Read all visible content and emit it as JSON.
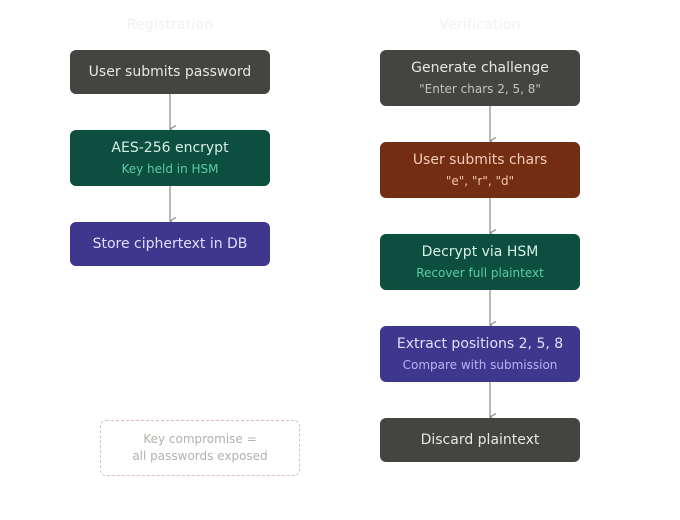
{
  "columns": {
    "registration": "Registration",
    "verification": "Verification"
  },
  "registration": {
    "step1": {
      "main": "User submits password"
    },
    "step2": {
      "main": "AES-256 encrypt",
      "sub": "Key held in HSM"
    },
    "step3": {
      "main": "Store ciphertext in DB"
    }
  },
  "verification": {
    "step1": {
      "main": "Generate challenge",
      "sub": "\"Enter chars 2, 5, 8\""
    },
    "step2": {
      "main": "User submits chars",
      "sub": "\"e\", \"r\", \"d\""
    },
    "step3": {
      "main": "Decrypt via HSM",
      "sub": "Recover full plaintext"
    },
    "step4": {
      "main": "Extract positions 2, 5, 8",
      "sub": "Compare with submission"
    },
    "step5": {
      "main": "Discard plaintext"
    }
  },
  "note": {
    "line1": "Key compromise =",
    "line2": "all passwords exposed"
  },
  "colors": {
    "gray": "#444441",
    "green": "#0c4f3f",
    "purple": "#3e378e",
    "rust": "#722d13",
    "arrow": "#8a8a86"
  }
}
